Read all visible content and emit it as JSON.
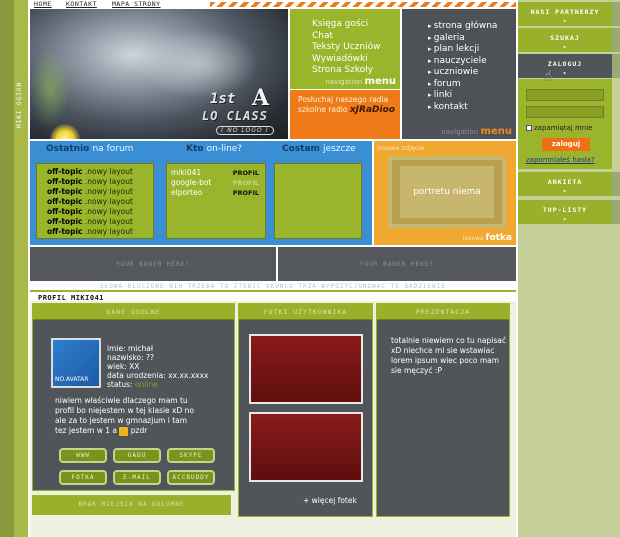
{
  "left_vertical_text": "MIKI OGION",
  "topnav": {
    "home": "HOME",
    "kontakt": "KONTAKT",
    "mapa": "MAPA STRONY"
  },
  "logo": {
    "line1": "1st",
    "letter": "A",
    "line2": "LO CLASS",
    "line3": "( NO LOGO )"
  },
  "green_links": {
    "items": [
      "Księga gości",
      "Chat",
      "Teksty Uczniów",
      "Wywiadówki",
      "Strona Szkoły"
    ],
    "nav_small": "navigation",
    "nav_big": "menu"
  },
  "radio": {
    "line1": "Posłuchaj naszego radia",
    "line2": "szkolne radio",
    "brand": "xJRaDioo"
  },
  "dark_nav": {
    "items": [
      "strona główna",
      "galeria",
      "plan lekcji",
      "nauczyciele",
      "uczniowie",
      "forum",
      "linki",
      "kontakt"
    ],
    "nav_small": "navigation",
    "nav_big": "menu"
  },
  "forum": {
    "header_bold": "Ostatnio",
    "header_rest": "na forum",
    "topics": [
      {
        "tag": "off-topic",
        "text": ".nowy layout"
      },
      {
        "tag": "off-topic",
        "text": ".nowy layout"
      },
      {
        "tag": "off-topic",
        "text": ".nowy layout"
      },
      {
        "tag": "off-topic",
        "text": ".nowy layout"
      },
      {
        "tag": "off-topic",
        "text": ".nowy layout"
      },
      {
        "tag": "off-topic",
        "text": ".nowy layout"
      },
      {
        "tag": "off-topic",
        "text": ".nowy layout"
      }
    ]
  },
  "online": {
    "header_bold": "Kto",
    "header_rest": "on-line?",
    "users": [
      {
        "name": "miki041",
        "action": "PROFIL"
      },
      {
        "name": "google-bot",
        "action": "PROFIL"
      },
      {
        "name": "elporteo",
        "action": "PROFIL"
      }
    ]
  },
  "costam": {
    "header_bold": "Costam",
    "header_rest": "jeszcze"
  },
  "photo": {
    "label": "losowe zdjęcie",
    "placeholder": "portretu niema",
    "foot_small": "losowa",
    "foot_big": "fotka"
  },
  "banners": [
    "YOUR BANER HERE?",
    "YOUR BANER HERE?"
  ],
  "keywords": "SŁOWA KLUCZOWE NIH TRZEBA TO ZTOBIC UKONCU TRZA WYPOZYCJONOWAC TO BADZIEWIE",
  "profile_title": "PROFIL MIKI041",
  "profile": {
    "col1_title": "DANE OGOLNE",
    "avatar_text": "NO.AVATAR",
    "imie": "imie: michał",
    "nazwisko": "nazwisko: ??",
    "wiek": "wiek: XX",
    "data": "data urodzenia: xx.xx.xxxx",
    "status_label": "status:",
    "status_value": "online",
    "about1": "niwiem właściwie dlaczego mam tu",
    "about2": "profil bo niejestem w tej klasie xD no",
    "about3": "ale za to jestem w gmnazjum i tam",
    "about4": "tez jestem w 1 a",
    "about5": "pzdr",
    "buttons": [
      "WWW",
      "GADU",
      "SKYPE",
      "FOTKA",
      "E-MAIL",
      "ACCBUDDY"
    ],
    "brak": "BRAK MIEJSCA NA KOLUMNE",
    "col2_title": "FOTKI UŻYTKOWNIKA",
    "more_photos": "+ więcej fotek",
    "col3_title": "PREZENTACJA",
    "prezentacja": "totalnie niewiem co tu napisać xD niechce mi sie wstawiac lorem ipsum wiec poco mam sie męczyć :P"
  },
  "sidebar": {
    "partners": "NASI PARTNERZY",
    "search": "SZUKAJ",
    "login": "ZALOGUJ",
    "remember": "zapamiętaj mnie",
    "login_button": "zaloguj",
    "forgot": "zapomniałeś hasła?",
    "poll": "ANKIETA",
    "toplists": "TOP-LISTY"
  },
  "colors": {
    "olive": "#9ab42c",
    "orange": "#ef7a18",
    "blue": "#3a8fd4",
    "slate": "#50555a"
  }
}
